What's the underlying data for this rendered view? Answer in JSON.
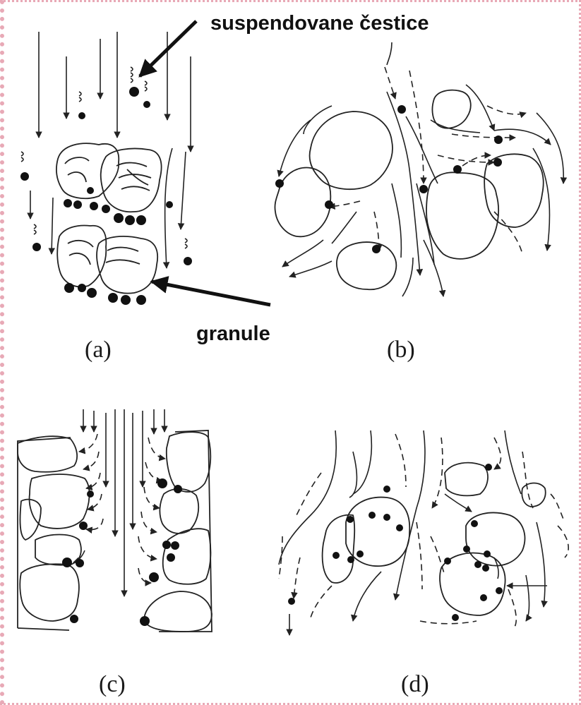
{
  "annotations": {
    "particles": "suspendovane čestice",
    "granule": "granule"
  },
  "panels": {
    "a": "(a)",
    "b": "(b)",
    "c": "(c)",
    "d": "(d)"
  },
  "colors": {
    "ink": "#111111",
    "frame": "#e8a9b6",
    "background": "#ffffff"
  }
}
